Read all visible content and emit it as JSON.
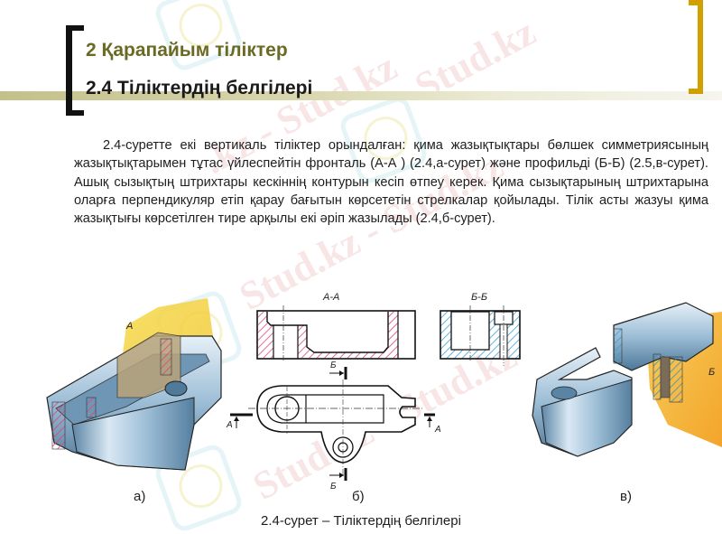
{
  "slide": {
    "section_title": "2 Қарапайым тіліктер",
    "subsection_title": "2.4  Тіліктердің белгілері",
    "body_paragraph": "2.4-суретте екі вертикаль тіліктер орындалған: қима жазықтықтары бөлшек симметриясының жазықтықтарымен тұтас үйлеспейтін фронталь (А-А ) (2.4,а-сурет) және профильді (Б-Б) (2.5,в-сурет). Ашық сызықтың штрихтары кескіннің контурын кесіп өтпеу керек. Қима сызықтарының штрихтарына оларға перпендикуляр етіп қарау бағытын көрсететін стрелкалар қойылады. Тілік асты жазуы қима жазықтығы көрсетілген тире арқылы  екі әріп жазылады (2.4,б-сурет)."
  },
  "figure": {
    "section_labels": {
      "aa": "А-А",
      "bb": "Б-Б"
    },
    "marker_labels": {
      "a": "А",
      "b": "Б"
    },
    "sub_labels": {
      "a": "а)",
      "b": "б)",
      "c": "в)"
    },
    "caption": "2.4-сурет – Тіліктердің белгілері",
    "colors": {
      "hatch_red": "#e0457a",
      "hatch_blue": "#3aa0d8",
      "plane_yellow": "#f3d23a",
      "plane_orange": "#f2a21a",
      "metal_blue": "#8fb4cf"
    }
  },
  "decor": {
    "watermark_text": "Stud.kz",
    "bracket_left_color": "#111111",
    "bracket_right_color": "#d0a000",
    "title_color": "#6b6a24"
  }
}
